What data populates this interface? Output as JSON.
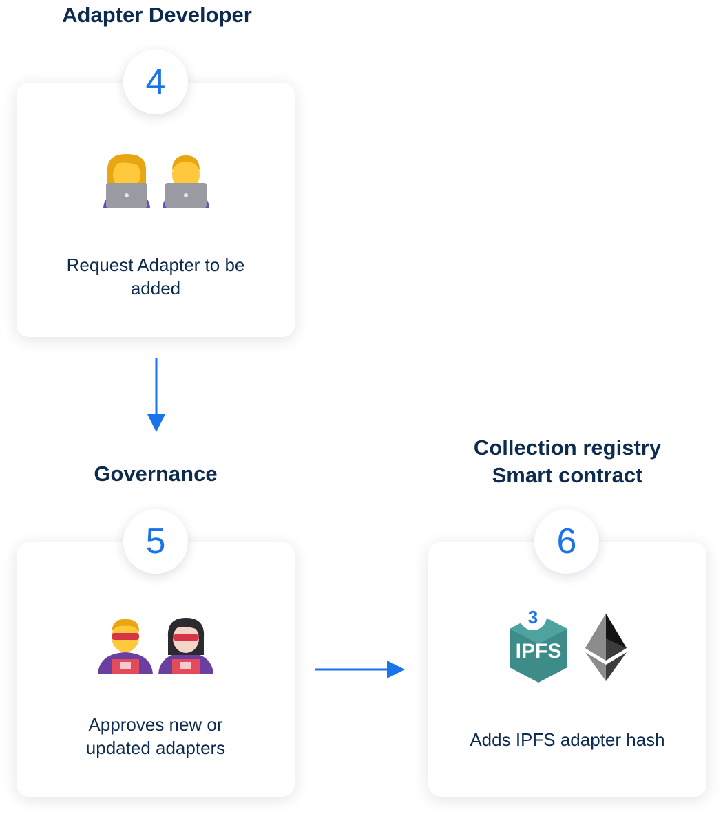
{
  "steps": [
    {
      "title": "Adapter Developer",
      "number": "4",
      "description": "Request Adapter to be added"
    },
    {
      "title": "Governance",
      "number": "5",
      "description": "Approves new or updated adapters"
    },
    {
      "title_lines": [
        "Collection registry",
        "Smart contract"
      ],
      "number": "6",
      "description": "Adds IPFS adapter hash"
    }
  ],
  "ipfs": {
    "label": "IPFS",
    "badge": "3"
  },
  "icons": {
    "developers": "technologist-emoji",
    "governance": "superhero-emoji",
    "ipfs": "ipfs-logo",
    "ethereum": "ethereum-logo"
  },
  "colors": {
    "accent": "#1a73e8",
    "text": "#0d2b4e",
    "ipfs": "#3d8c8a"
  }
}
